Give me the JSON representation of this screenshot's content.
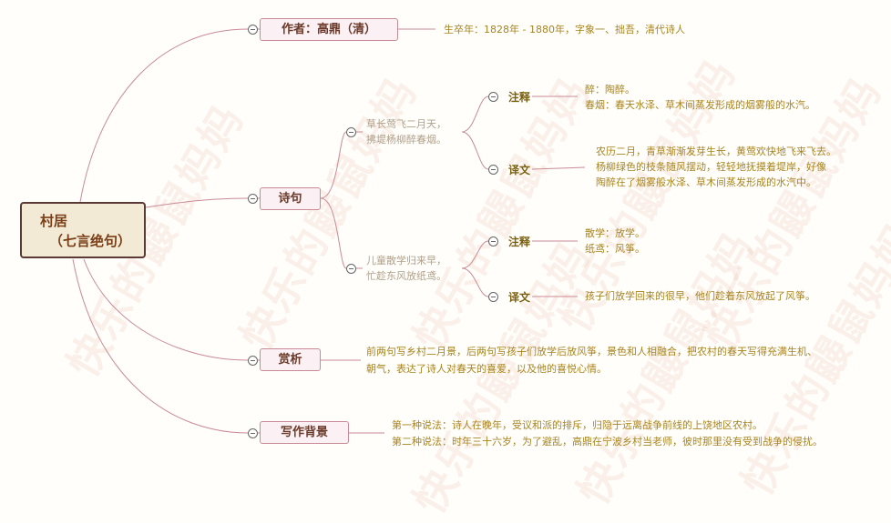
{
  "watermark": "快乐的鼹鼠妈妈",
  "root": {
    "line1": "村居",
    "line2": "（七言绝句）"
  },
  "author": {
    "label": "作者：高鼎（清）",
    "detail": "生卒年：1828年 - 1880年，字象一、拙吾，清代诗人"
  },
  "poem": {
    "label": "诗句",
    "couplet1": {
      "line1": "草长莺飞二月天，",
      "line2": "拂堤杨柳醉春烟。",
      "notes_label": "注释",
      "notes": [
        "醉：陶醉。",
        "春烟：春天水泽、草木间蒸发形成的烟雾般的水汽。"
      ],
      "translation_label": "译文",
      "translation": [
        "农历二月，青草渐渐发芽生长，黄莺欢快地飞来飞去。",
        "杨柳绿色的枝条随风摆动，轻轻地抚摸着堤岸，好像",
        "陶醉在了烟雾般水泽、草木间蒸发形成的水汽中。"
      ]
    },
    "couplet2": {
      "line1": "儿童散学归来早，",
      "line2": "忙趁东风放纸鸢。",
      "notes_label": "注释",
      "notes": [
        "散学：放学。",
        "纸鸢：风筝。"
      ],
      "translation_label": "译文",
      "translation": [
        "孩子们放学回来的很早，他们趁着东风放起了风筝。"
      ]
    }
  },
  "appreciation": {
    "label": "赏析",
    "text": [
      "前两句写乡村二月景，后两句写孩子们放学后放风筝，景色和人相融合，把农村的春天写得充满生机、",
      "朝气，表达了诗人对春天的喜爱，以及他的喜悦心情。"
    ]
  },
  "background": {
    "label": "写作背景",
    "text": [
      "第一种说法：诗人在晚年，受议和派的排斥，归隐于远离战争前线的上饶地区农村。",
      "第二种说法：时年三十六岁，为了避乱，高鼎在宁波乡村当老师，彼时那里没有受到战争的侵扰。"
    ]
  },
  "colors": {
    "connector": "#c98a98",
    "root_border": "#5b3a36",
    "branch_fill": "#fbf0f3",
    "leaf_text": "#a88420"
  }
}
